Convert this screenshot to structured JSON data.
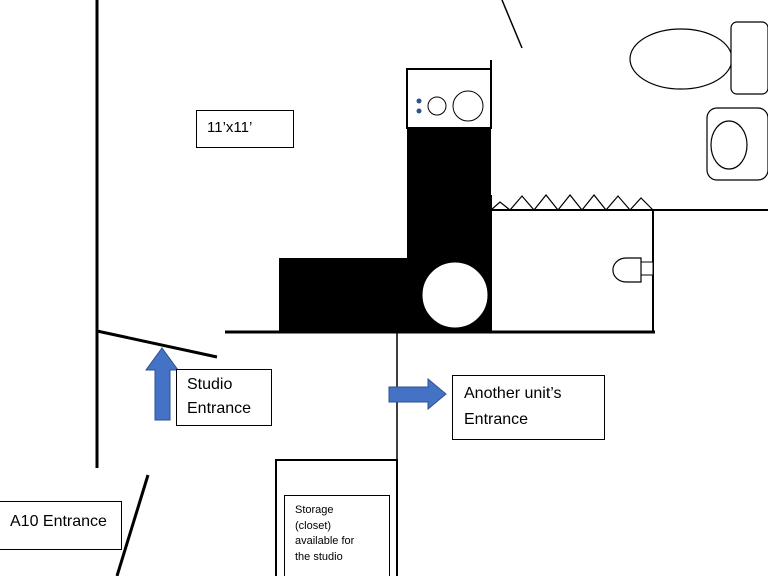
{
  "room_label": "11’x11’",
  "studio_entrance": {
    "line1": "Studio",
    "line2": "Entrance"
  },
  "another_entrance": {
    "line1": "Another unit’s",
    "line2": "Entrance"
  },
  "a10_entrance": "A10 Entrance",
  "storage": {
    "line1": "Storage",
    "line2": "(closet)",
    "line3": "available for",
    "line4": "the studio"
  },
  "colors": {
    "wall": "#000000",
    "arrow_fill": "#4472c4",
    "arrow_stroke": "#2f528f",
    "burner": "#2f528f",
    "background": "#ffffff"
  }
}
